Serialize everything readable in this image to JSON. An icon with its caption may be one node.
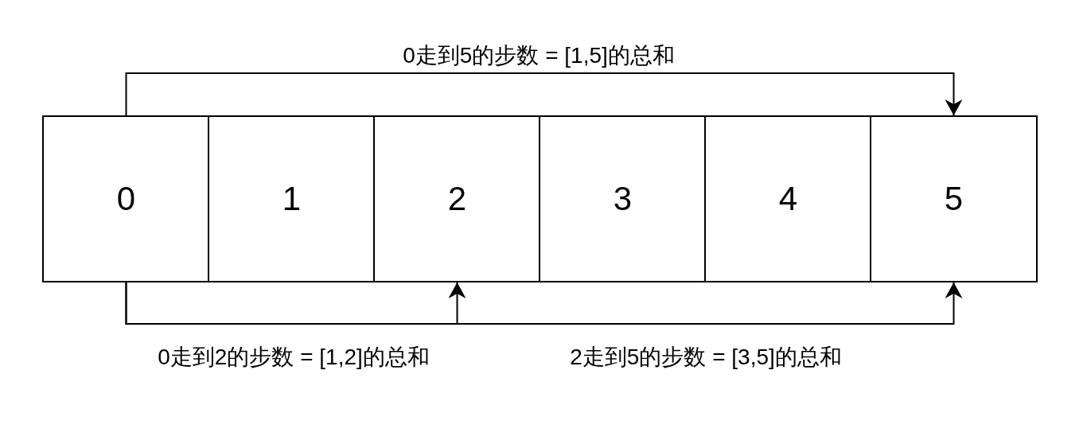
{
  "diagram": {
    "nodes": [
      {
        "text": [
          "0"
        ]
      },
      {
        "text": [
          "1"
        ]
      },
      {
        "text": [
          "2"
        ]
      },
      {
        "text": [
          "3"
        ]
      },
      {
        "text": [
          "4"
        ]
      },
      {
        "text": [
          "5"
        ]
      }
    ],
    "edges": [
      {
        "from": 0,
        "to": 5,
        "arrow": "to",
        "label": "0走到5的步数 = [1,5]的总和"
      },
      {
        "from": 0,
        "to": 2,
        "arrow": "to",
        "label": "0走到2的步数 = [1,2]的总和"
      },
      {
        "from": 0,
        "to": 5,
        "arrow": "to"
      }
    ],
    "labels": [
      "2走到5的步数 = [3,5]的总和"
    ]
  }
}
